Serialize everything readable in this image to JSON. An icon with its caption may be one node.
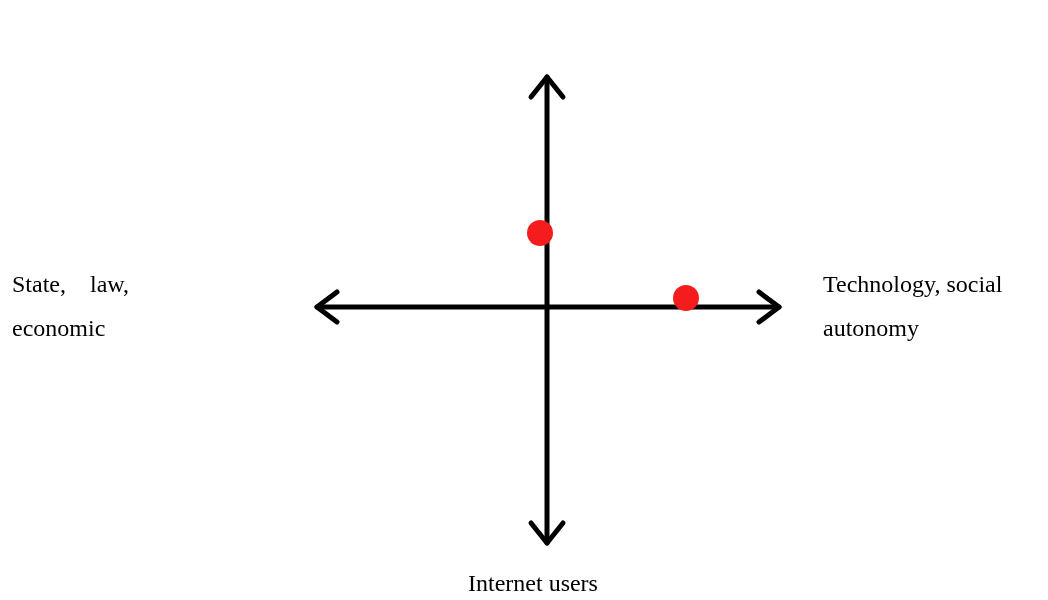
{
  "diagram": {
    "labels": [
      "State, law, economic",
      "Technology, social autonomy",
      "Internet users"
    ]
  }
}
